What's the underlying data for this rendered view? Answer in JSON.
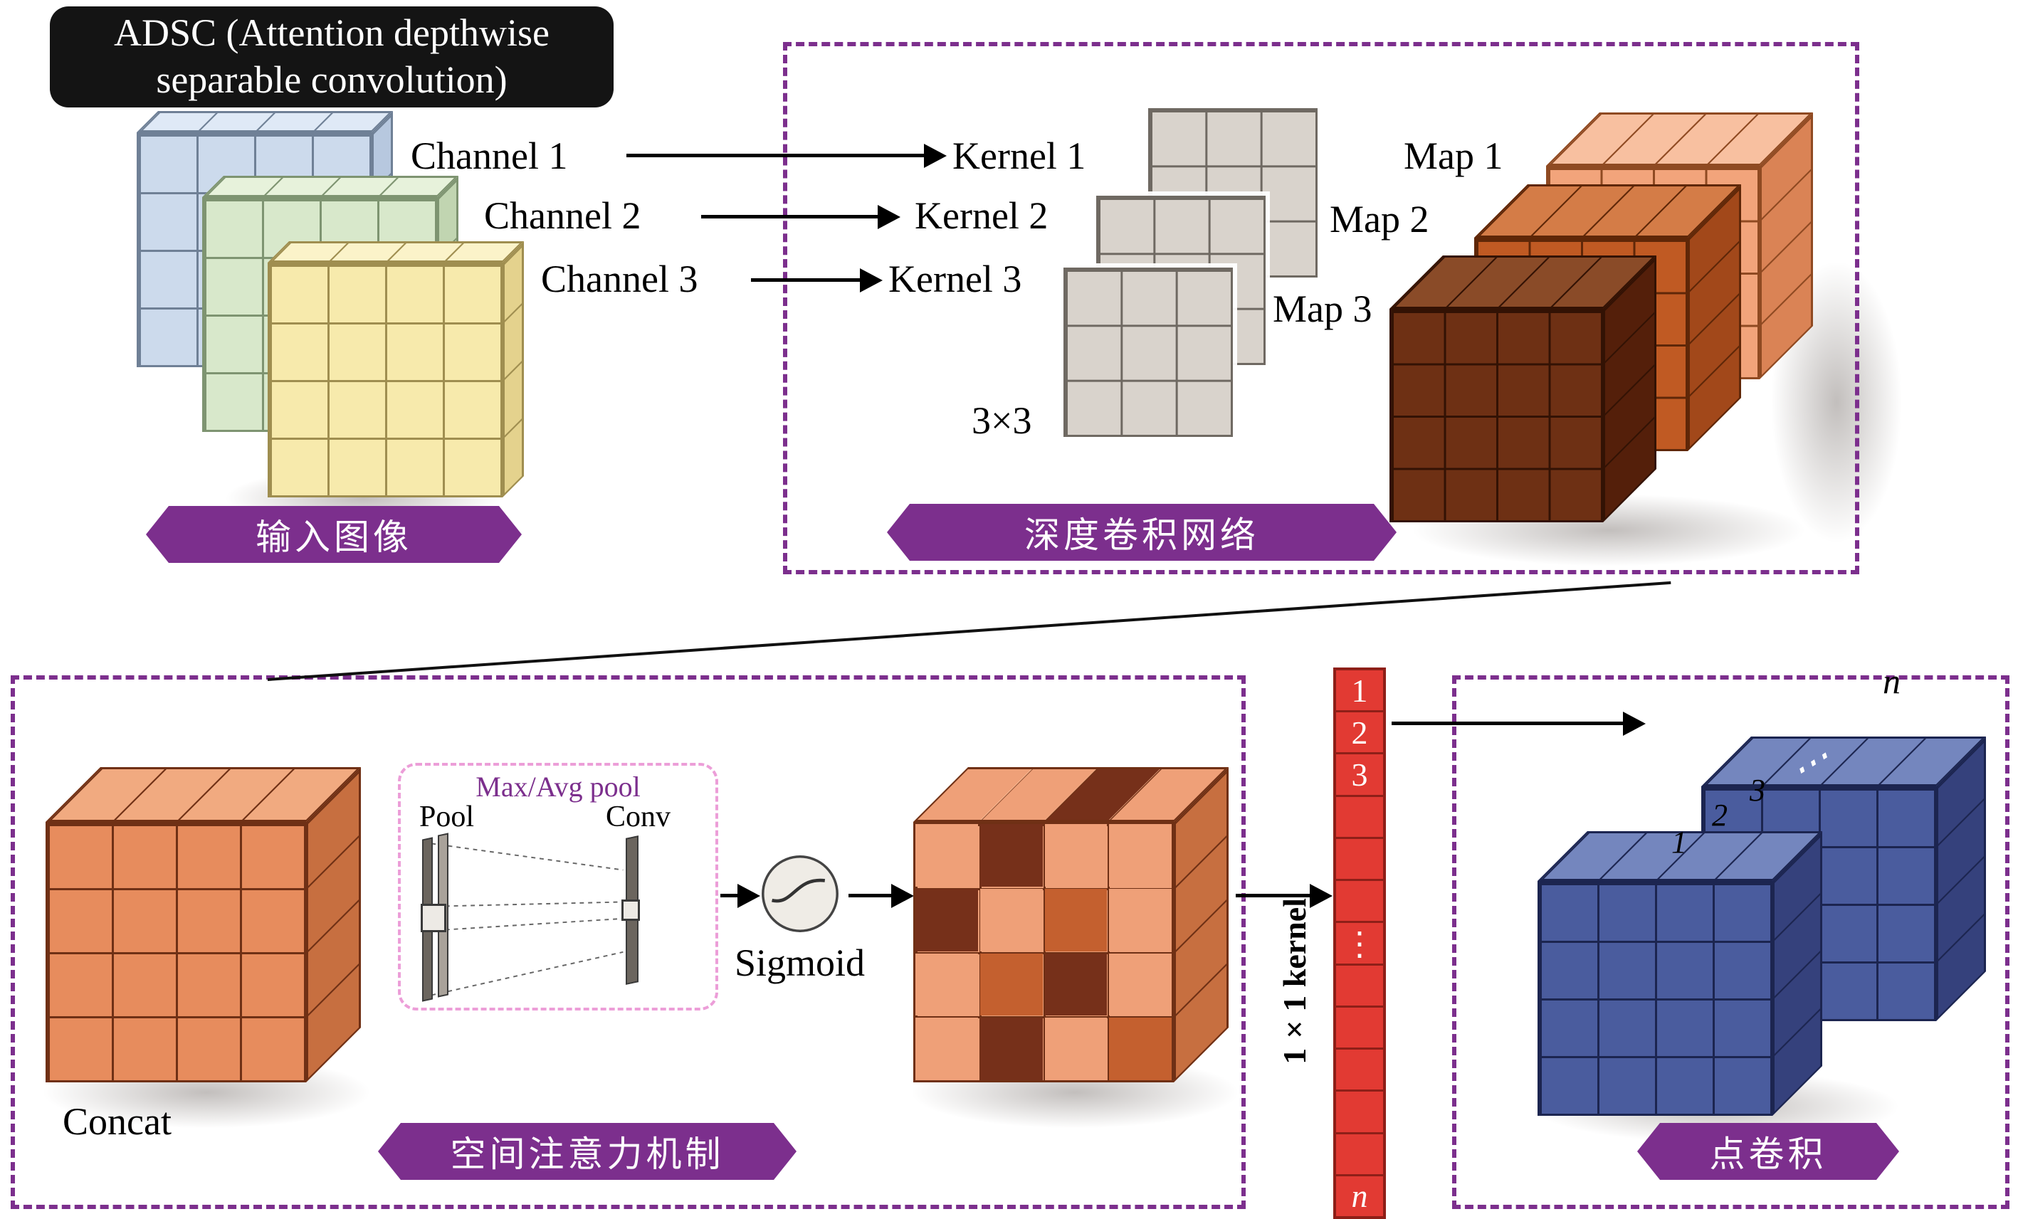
{
  "title": {
    "line1": "ADSC (Attention depthwise",
    "line2": "separable convolution)"
  },
  "input_section": {
    "banner": "输入图像",
    "channels": [
      "Channel 1",
      "Channel 2",
      "Channel 3"
    ]
  },
  "depthwise_section": {
    "banner": "深度卷积网络",
    "kernels": [
      "Kernel 1",
      "Kernel 2",
      "Kernel 3"
    ],
    "kernel_size_label": "3×3",
    "maps": [
      "Map 1",
      "Map 2",
      "Map 3"
    ]
  },
  "attention_section": {
    "banner": "空间注意力机制",
    "concat_label": "Concat",
    "pool_box_title": "Max/Avg pool",
    "pool_label": "Pool",
    "conv_label": "Conv",
    "sigmoid_label": "Sigmoid",
    "pattern": {
      "front": [
        "L",
        "D",
        "L",
        "L",
        "D",
        "L",
        "M",
        "L",
        "L",
        "M",
        "D",
        "L",
        "L",
        "D",
        "L",
        "M"
      ],
      "top": [
        "L",
        "L",
        "D",
        "L"
      ]
    }
  },
  "kernel_bar": {
    "label": "1×1 kernel",
    "cells": [
      "1",
      "2",
      "3",
      "",
      "",
      "",
      "⋮",
      "",
      "",
      "",
      "",
      "",
      "n"
    ]
  },
  "pointwise_section": {
    "banner": "点卷积",
    "index_labels": [
      "1",
      "2",
      "3"
    ],
    "dots_label": "⋯",
    "n_label": "n"
  },
  "colors": {
    "purple": "#7C2F8D",
    "pink_dash": "#EC9ED8",
    "title_bg": "#141414",
    "red_bar": "#E23A33",
    "red_line": "#8E1F18",
    "ch1_face": "#CCDAEC",
    "ch1_top": "#DFE9F6",
    "ch1_side": "#B7C8DF",
    "ch1_line": "#6F8096",
    "ch2_face": "#D8E8CB",
    "ch2_top": "#E7F2DB",
    "ch2_side": "#C1D5B1",
    "ch2_line": "#7E9471",
    "ch3_face": "#F7EAAC",
    "ch3_top": "#FBF3C9",
    "ch3_side": "#E4D28D",
    "ch3_line": "#9F8E50",
    "kernel_face": "#D9D3CC",
    "kernel_line": "#6F6962",
    "map1_face": "#F2A47B",
    "map1_top": "#F8C0A0",
    "map1_side": "#DA8355",
    "map1_line": "#8F4A22",
    "map2_face": "#C05A23",
    "map2_top": "#D47C47",
    "map2_side": "#A2481A",
    "map2_line": "#5F2708",
    "map3_face": "#6E3014",
    "map3_top": "#8A4B28",
    "map3_side": "#541F0A",
    "map3_line": "#331204",
    "concat_face": "#E78C5D",
    "concat_top": "#F1AA80",
    "concat_side": "#C76F40",
    "concat_line": "#6F3015",
    "attn_light": "#EFA078",
    "attn_mid": "#C4602F",
    "attn_dark": "#76301A",
    "attn_top": "#F3B18A",
    "attn_side": "#C76F40",
    "attn_line": "#6F3015",
    "blue_face": "#4A5C9E",
    "blue_top": "#7486BE",
    "blue_side": "#35417C",
    "blue_line": "#1C2550",
    "plane_dark": "#6B655E",
    "plane_light": "#A9A29A",
    "sigmoid_fill": "#EFECE6"
  }
}
